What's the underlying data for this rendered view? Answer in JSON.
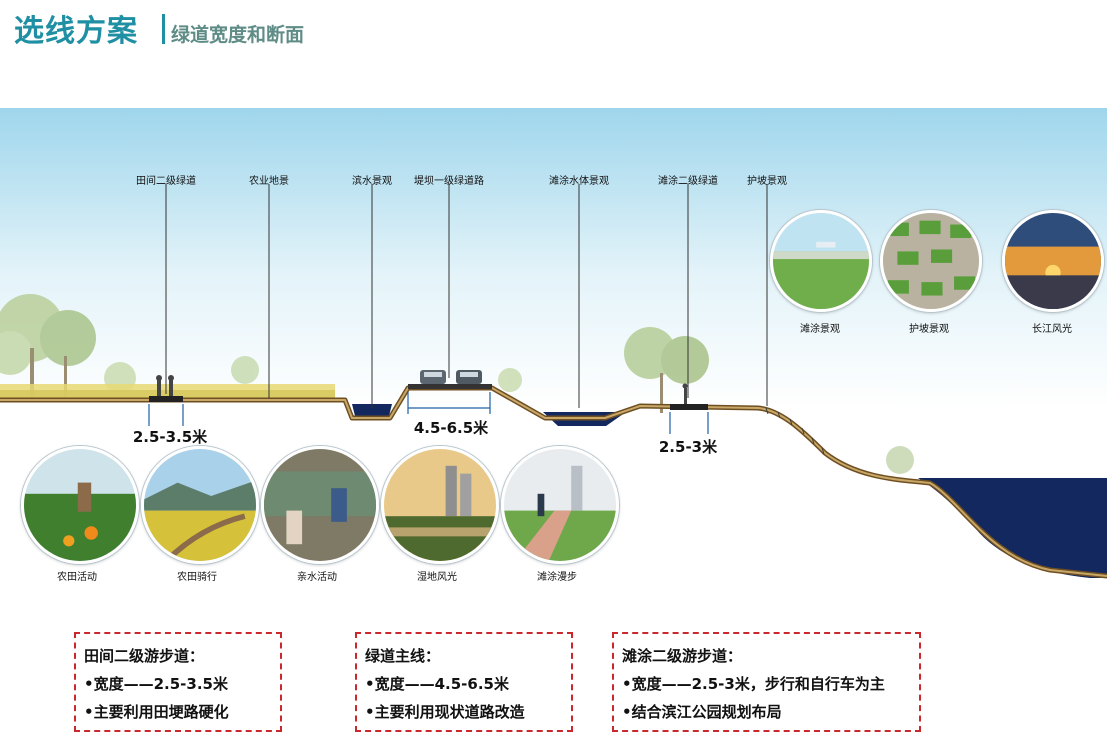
{
  "header": {
    "title": "选线方案",
    "subtitle": "绿道宽度和断面"
  },
  "colors": {
    "accent": "#1f8fa3",
    "water": "#12285e",
    "embankment": "#7a5a2a",
    "note_border": "#c9282d"
  },
  "section_labels": [
    "田间二级绿道",
    "农业地景",
    "滨水景观",
    "堤坝一级绿道路",
    "滩涂水体景观",
    "滩涂二级绿道",
    "护坡景观"
  ],
  "widths": {
    "field": "2.5-3.5米",
    "dam": "4.5-6.5米",
    "beach": "2.5-3米"
  },
  "top_photos": [
    "滩涂景观",
    "护坡景观",
    "长江风光"
  ],
  "bottom_photos": [
    "农田活动",
    "农田骑行",
    "亲水活动",
    "湿地风光",
    "滩涂漫步"
  ],
  "notes": [
    {
      "title": "田间二级游步道：",
      "line1": "•宽度——2.5-3.5米",
      "line2": "•主要利用田埂路硬化"
    },
    {
      "title": "绿道主线：",
      "line1": "•宽度——4.5-6.5米",
      "line2": "•主要利用现状道路改造"
    },
    {
      "title": "滩涂二级游步道：",
      "line1": "•宽度——2.5-3米，步行和自行车为主",
      "line2": "•结合滨江公园规划布局"
    }
  ]
}
